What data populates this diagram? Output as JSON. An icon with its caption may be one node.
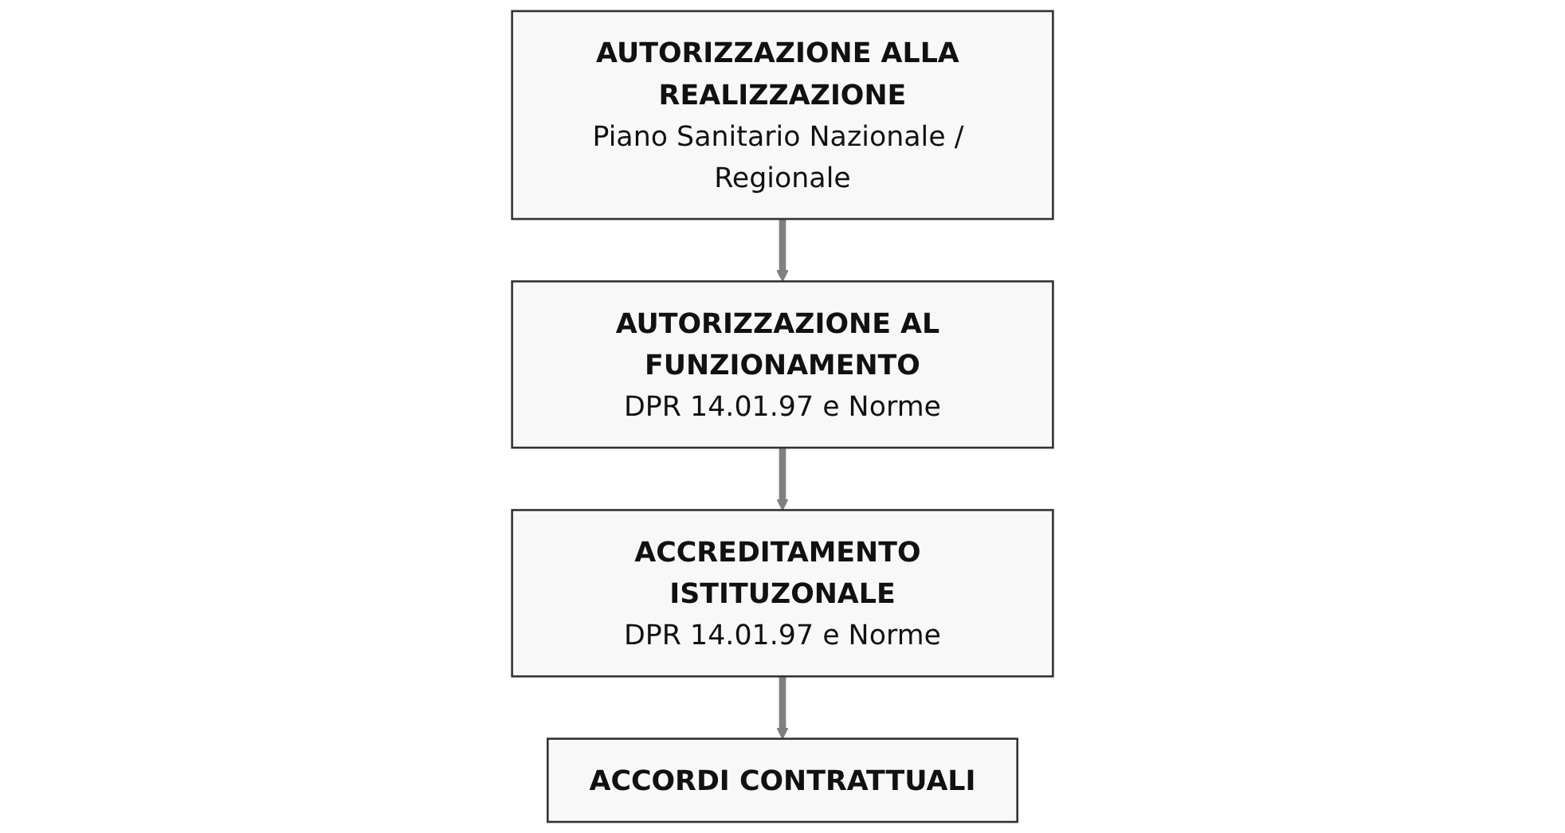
{
  "diagram": {
    "nodes": [
      {
        "text": [
          "AUTORIZZAZIONE ALLA REALIZZAZIONE",
          "Piano Sanitario Nazionale / Regionale"
        ]
      },
      {
        "text": [
          "AUTORIZZAZIONE AL FUNZIONAMENTO",
          "DPR 14.01.97 e Norme"
        ]
      },
      {
        "text": [
          "ACCREDITAMENTO ISTITUZONALE",
          "DPR 14.01.97 e Norme"
        ]
      },
      {
        "text": [
          "ACCORDI CONTRATTUALI"
        ]
      }
    ],
    "edges": [
      {
        "from": 0,
        "to": 1,
        "arrow": "to"
      },
      {
        "from": 1,
        "to": 2,
        "arrow": "to"
      },
      {
        "from": 2,
        "to": 3,
        "arrow": "to"
      }
    ]
  }
}
